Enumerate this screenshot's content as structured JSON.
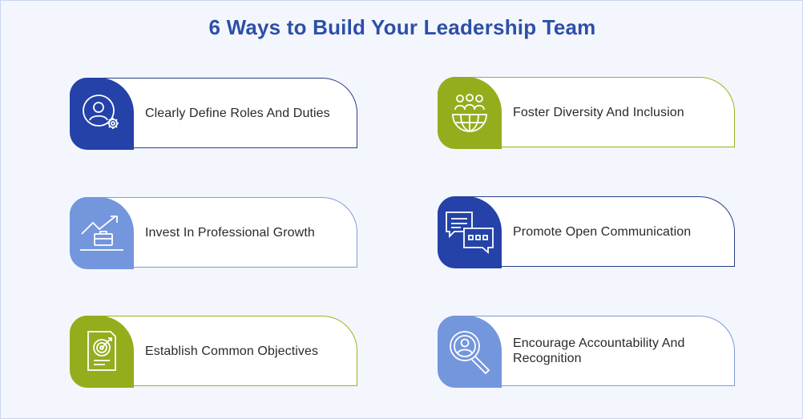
{
  "title": "6 Ways to Build Your Leadership Team",
  "cards": [
    {
      "label": "Clearly Define Roles And Duties",
      "icon": "person-gear-icon",
      "color": "#2442a8"
    },
    {
      "label": "Foster Diversity And Inclusion",
      "icon": "group-globe-icon",
      "color": "#93ad1d"
    },
    {
      "label": "Invest In Professional Growth",
      "icon": "briefcase-growth-icon",
      "color": "#7396dd"
    },
    {
      "label": "Promote Open Communication",
      "icon": "chat-bubbles-icon",
      "color": "#2442a8"
    },
    {
      "label": "Establish Common Objectives",
      "icon": "target-document-icon",
      "color": "#93ad1d"
    },
    {
      "label": "Encourage Accountability And Recognition",
      "icon": "search-person-icon",
      "color": "#7396dd"
    }
  ]
}
